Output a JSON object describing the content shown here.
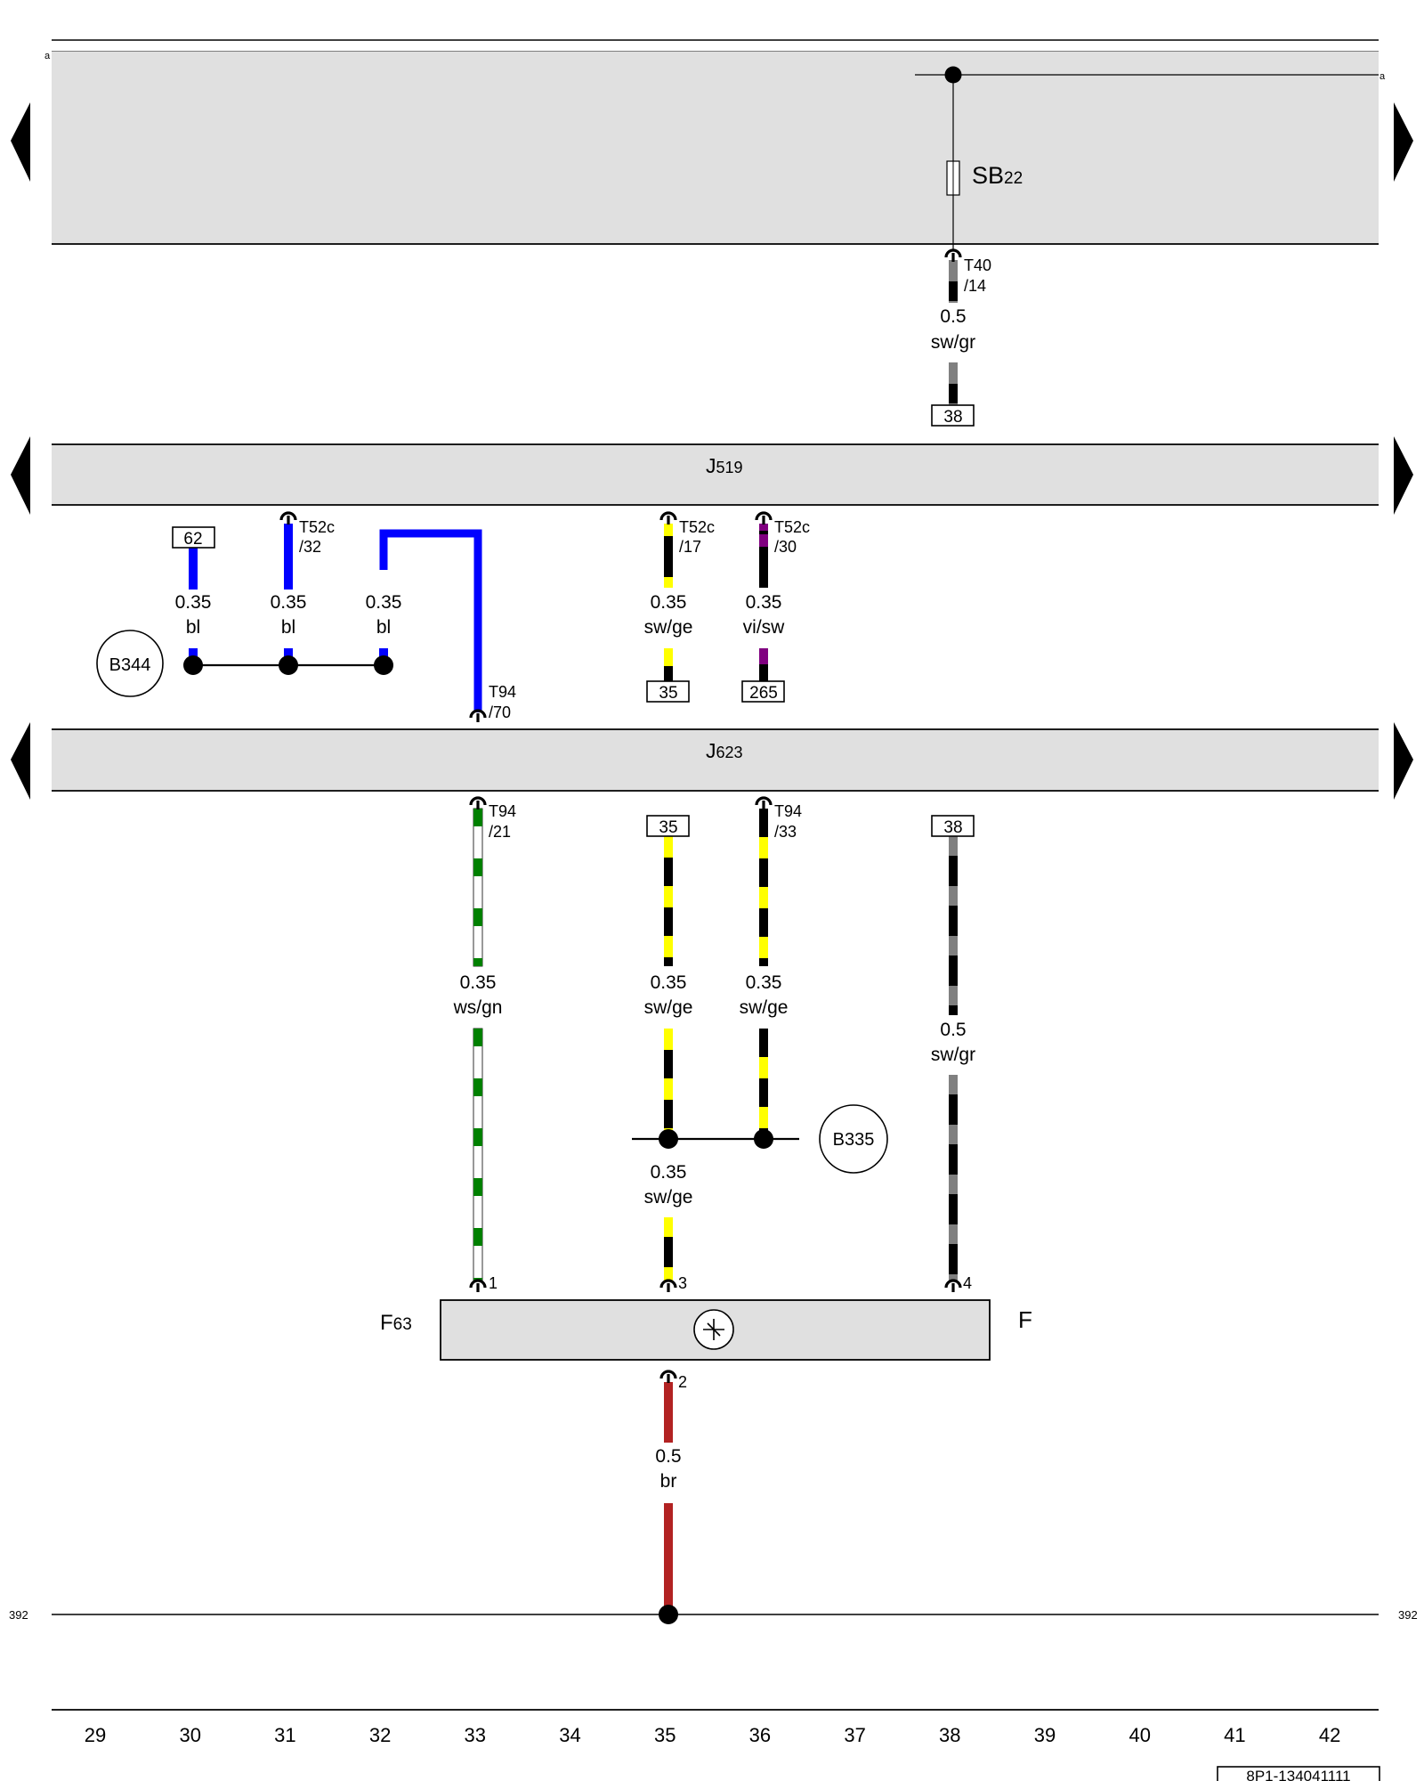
{
  "diagram": {
    "top_left_marker": "a",
    "top_right_marker": "a",
    "fuse_label": "SB",
    "fuse_sub": "22",
    "modules": [
      {
        "id": "J",
        "sub": "519"
      },
      {
        "id": "J",
        "sub": "623"
      }
    ],
    "connectors": {
      "t40_14": [
        "T40",
        "/14"
      ],
      "t52c_32": [
        "T52c",
        "/32"
      ],
      "t52c_17": [
        "T52c",
        "/17"
      ],
      "t52c_30": [
        "T52c",
        "/30"
      ],
      "t94_70": [
        "T94",
        "/70"
      ],
      "t94_21": [
        "T94",
        "/21"
      ],
      "t94_33": [
        "T94",
        "/33"
      ]
    },
    "wires": {
      "w_38_top": [
        "0.5",
        "sw/gr"
      ],
      "w_30": [
        "0.35",
        "bl"
      ],
      "w_31": [
        "0.35",
        "bl"
      ],
      "w_32": [
        "0.35",
        "bl"
      ],
      "w_35_top": [
        "0.35",
        "sw/ge"
      ],
      "w_36_top": [
        "0.35",
        "vi/sw"
      ],
      "w_33": [
        "0.35",
        "ws/gn"
      ],
      "w_35_mid": [
        "0.35",
        "sw/ge"
      ],
      "w_36_mid": [
        "0.35",
        "sw/ge"
      ],
      "w_38_low": [
        "0.5",
        "sw/gr"
      ],
      "w_35_low": [
        "0.35",
        "sw/ge"
      ],
      "w_35_ground": [
        "0.5",
        "br"
      ]
    },
    "refs": {
      "r38_top": "38",
      "r62": "62",
      "r35_a": "35",
      "r265": "265",
      "r35_b": "35",
      "r38_b": "38"
    },
    "grounds": {
      "b344": "B344",
      "b335": "B335"
    },
    "sensor": {
      "id": "F",
      "sub": "63",
      "right_label": "F"
    },
    "pins": {
      "p1": "1",
      "p2": "2",
      "p3": "3",
      "p4": "4"
    },
    "ground_line_left": "392",
    "ground_line_right": "392",
    "columns": [
      "29",
      "30",
      "31",
      "32",
      "33",
      "34",
      "35",
      "36",
      "37",
      "38",
      "39",
      "40",
      "41",
      "42"
    ],
    "doc_code": "8P1-134041111"
  }
}
